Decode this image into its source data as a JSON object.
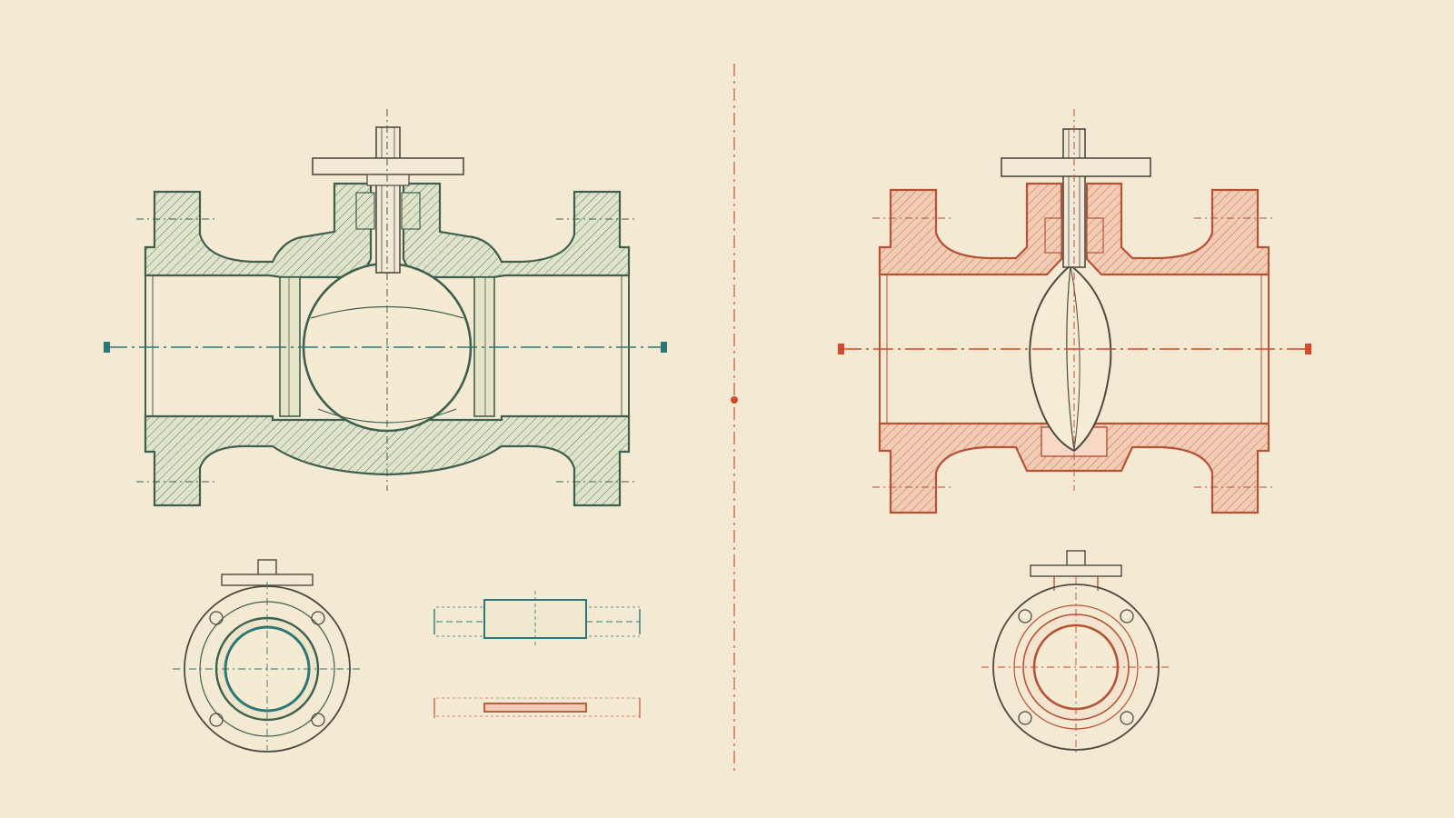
{
  "colors": {
    "paper": "#f4e9d2",
    "green_ink": "#3f5f4f",
    "green_fill": "#dfe3c9",
    "teal_ink": "#2e7777",
    "red_ink": "#b55336",
    "red_fill": "#f0c9b0",
    "red_bright": "#d14a2a",
    "sketch": "#6f6656"
  },
  "drawings": {
    "left": {
      "subject": "ball-valve",
      "views": [
        "section",
        "end-view",
        "seat-ring-detail",
        "gasket-detail"
      ]
    },
    "right": {
      "subject": "butterfly-valve",
      "views": [
        "section",
        "end-view"
      ]
    },
    "divider": "dash-dot"
  }
}
